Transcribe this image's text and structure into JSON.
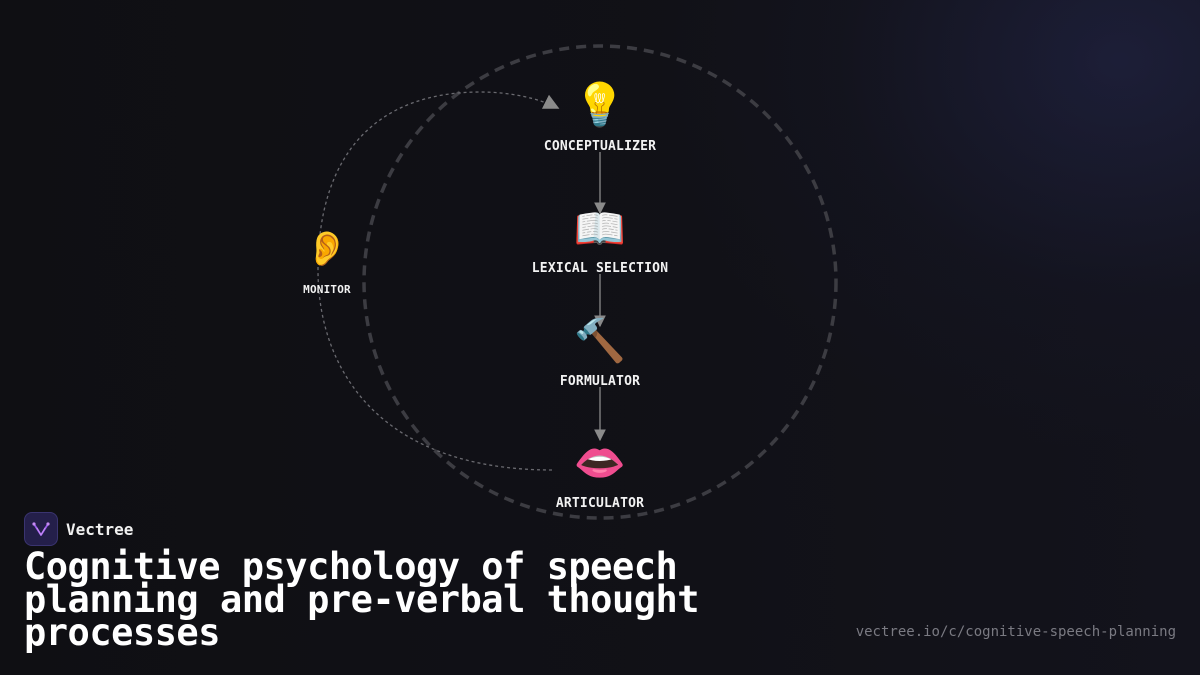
{
  "diagram": {
    "nodes": [
      {
        "id": "conceptualizer",
        "label": "CONCEPTUALIZER",
        "icon": "lightbulb-icon",
        "glyph": "💡"
      },
      {
        "id": "lexical",
        "label": "LEXICAL SELECTION",
        "icon": "open-book-icon",
        "glyph": "📖"
      },
      {
        "id": "formulator",
        "label": "FORMULATOR",
        "icon": "hammer-icon",
        "glyph": "🔨"
      },
      {
        "id": "articulator",
        "label": "ARTICULATOR",
        "icon": "mouth-icon",
        "glyph": "👄"
      },
      {
        "id": "monitor",
        "label": "MONITOR",
        "icon": "ear-icon",
        "glyph": "👂"
      }
    ],
    "edges": [
      {
        "from": "conceptualizer",
        "to": "lexical",
        "style": "solid"
      },
      {
        "from": "lexical",
        "to": "formulator",
        "style": "solid"
      },
      {
        "from": "formulator",
        "to": "articulator",
        "style": "solid"
      },
      {
        "from": "articulator",
        "to": "conceptualizer",
        "via": "monitor",
        "style": "dashed"
      }
    ],
    "colors": {
      "ring": "#3c3c42",
      "arrow": "#8a8a8a",
      "loop": "#6a6a70",
      "label": "#f2f2f2"
    }
  },
  "brand": {
    "name": "Vectree",
    "logo_icon": "vectree-logo-icon",
    "logo_color": "#9b5cf0"
  },
  "headline": "Cognitive psychology of speech planning and pre-verbal thought processes",
  "url": "vectree.io/c/cognitive-speech-planning"
}
